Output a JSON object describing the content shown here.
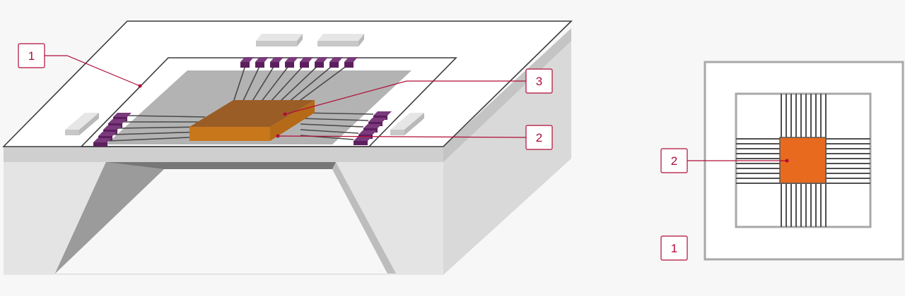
{
  "colors": {
    "background": "#f7f7f7",
    "callout_red": "#b00d38",
    "pad_purple": "#5c1f5e",
    "chip_top": "#9a5d26",
    "chip_front": "#c8771b",
    "top_view_chip": "#e86a1f",
    "wire_dark": "#4a4a4a",
    "frame_gray": "#a8a8a8"
  },
  "callouts": {
    "perspective": [
      {
        "label": "1"
      },
      {
        "label": "3"
      },
      {
        "label": "2"
      }
    ],
    "top_view": [
      {
        "label": "2"
      },
      {
        "label": "1"
      }
    ]
  }
}
